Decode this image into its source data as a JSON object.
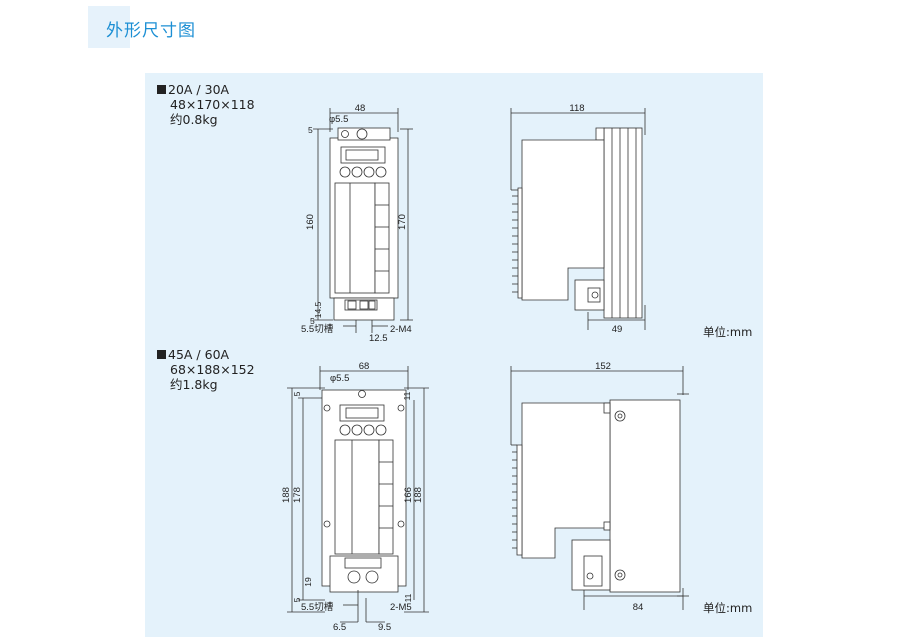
{
  "header": {
    "title": "外形尺寸图"
  },
  "models": [
    {
      "name": "20A / 30A",
      "dims": "48×170×118",
      "weight": "约0.8kg",
      "front_dims": {
        "width": "48",
        "hole": "φ5.5",
        "top_margin": "5",
        "inner_height": "160",
        "height": "170",
        "bottom_a": "14.5",
        "bottom_b": "5",
        "slot": "5.5切槽",
        "terminal_pitch": "12.5",
        "screw": "2-M4"
      },
      "side_dims": {
        "depth": "118",
        "bracket": "49"
      },
      "unit": "单位:mm"
    },
    {
      "name": "45A / 60A",
      "dims": "68×188×152",
      "weight": "约1.8kg",
      "front_dims": {
        "width": "68",
        "hole": "φ5.5",
        "top_margin": "5",
        "top_right": "11",
        "outer_height": "188",
        "inner_height": "178",
        "height_a": "166",
        "height_b": "188",
        "bottom_a": "19",
        "bottom_b": "5",
        "bottom_right": "11",
        "slot": "5.5切槽",
        "screw": "2-M5",
        "pitch_a": "6.5",
        "pitch_b": "9.5"
      },
      "side_dims": {
        "depth": "152",
        "bracket": "84"
      },
      "unit": "单位:mm"
    }
  ]
}
